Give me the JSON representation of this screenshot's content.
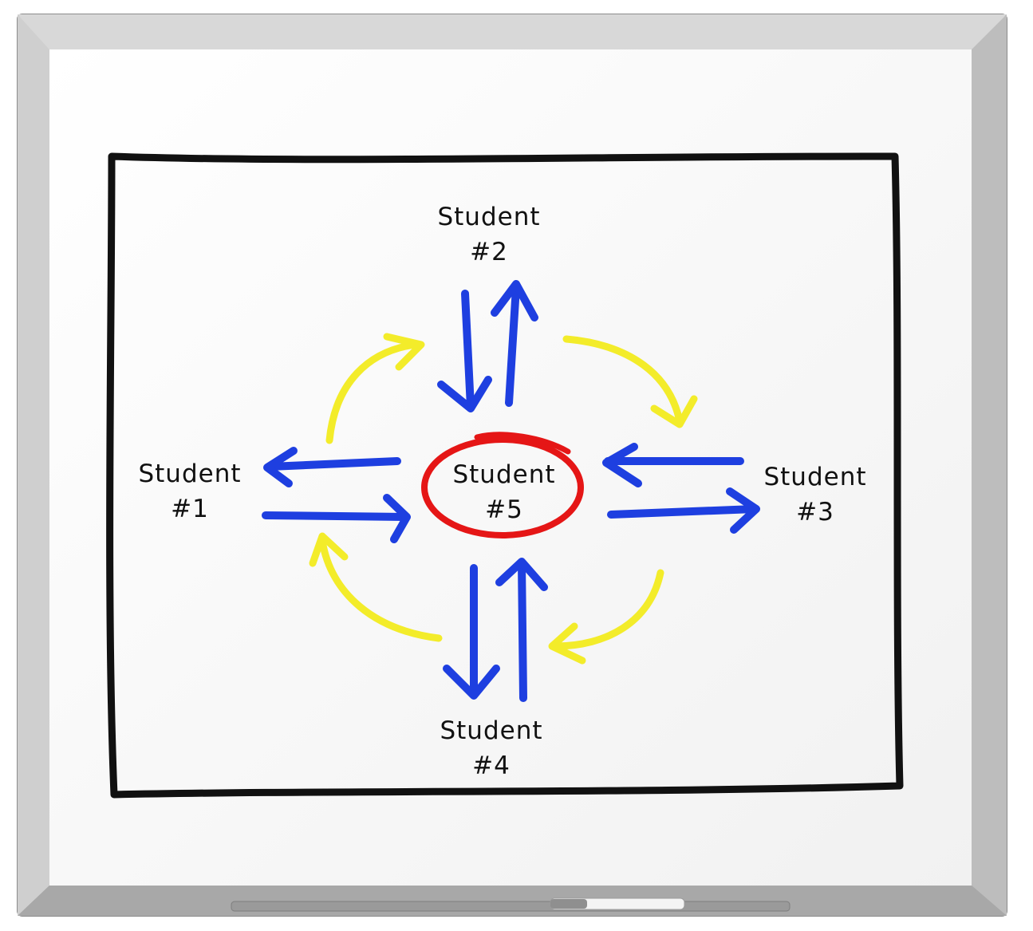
{
  "colors": {
    "frame": "#b9b9b9",
    "board": "#f7f7f7",
    "outline": "#111111",
    "blue_arrow": "#1e3fe0",
    "yellow_arrow": "#f3ec2a",
    "highlight_circle": "#e51616"
  },
  "icons": {
    "blue": "arrow-icon",
    "yellow": "curved-arrow-icon",
    "circle": "circle-highlight"
  },
  "nodes": {
    "student1": {
      "name": "Student",
      "number": "#1"
    },
    "student2": {
      "name": "Student",
      "number": "#2"
    },
    "student3": {
      "name": "Student",
      "number": "#3"
    },
    "student4": {
      "name": "Student",
      "number": "#4"
    },
    "student5": {
      "name": "Student",
      "number": "#5"
    }
  }
}
